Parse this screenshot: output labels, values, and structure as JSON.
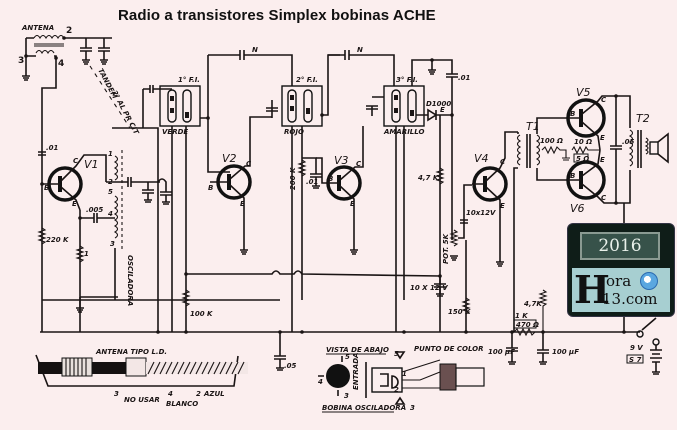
{
  "title": "Radio a transistores Simplex bobinas ACHE",
  "labels": {
    "antena": "ANTENA",
    "pin_2": "2",
    "pin_3": "3",
    "pin_4": "4",
    "tandem": "TANDEM",
    "al_pr_cit": "2° AL PR CIT",
    "if1": "1° F.I.",
    "if2": "2° F.I.",
    "if3": "3° F.I.",
    "verde": "VERDE",
    "rojo": "ROJO",
    "amarillo": "AMARILLO",
    "n1": "N",
    "n2": "N",
    "c_01_top": ".01",
    "c_01_v1": ".01",
    "c_005": ".005",
    "r_220k": "220 K",
    "r_1k": "1",
    "r_100k": "100 K",
    "r_200k": "200 K",
    "c_01_v3": ".01",
    "c_05_gnd": ".05",
    "diode": "D1000",
    "diode_e": "E",
    "r_4_7k": "4,7 K",
    "pot_5k": "POT. 5K",
    "c_10x12v_a": "10 X 12 V",
    "c_10x12v_b": "10x12V",
    "r_150k": "150 K",
    "r_4_7k_b": "4,7K",
    "r_1k_b": "1 K",
    "r_470": "470 Ω",
    "c_100uf_a": "100 μF",
    "c_100uf_b": "100 μF",
    "battery_v": "9 V",
    "battery_id": "S 7",
    "oscillator": "OSCILADORA",
    "v1": "V1",
    "v2": "V2",
    "v3": "V3",
    "v4": "V4",
    "v5": "V5",
    "v6": "V6",
    "t1": "T1",
    "t2": "T2",
    "r_100ohm": "100 Ω",
    "r_10ohm": "10 Ω",
    "r_box": "5 Ω",
    "c_05_t2": ".05",
    "pin_b": "B",
    "pin_c": "C",
    "pin_e": "E",
    "coil_1": "1",
    "coil_2": "2",
    "coil_4": "4",
    "coil_5": "5",
    "coil_3": "3",
    "antena_tipo": "ANTENA TIPO L.D.",
    "ant_3": "3",
    "ant_4": "4",
    "ant_2": "2",
    "azul": "AZUL",
    "no_usar": "NO USAR",
    "blanco": "BLANCO",
    "vista_abajo": "VISTA DE ABAJO",
    "punto_color": "PUNTO DE COLOR",
    "bobina_osc": "BOBINA OSCILADORA",
    "entrada": "ENTRADA",
    "osc_5": "5",
    "osc_4": "4",
    "osc_3": "3",
    "osc_1": "1",
    "osc_2": "2"
  },
  "badge": {
    "year": "2016",
    "site_initial": "H",
    "site_part1": "ora",
    "site_part2": "13.com"
  }
}
